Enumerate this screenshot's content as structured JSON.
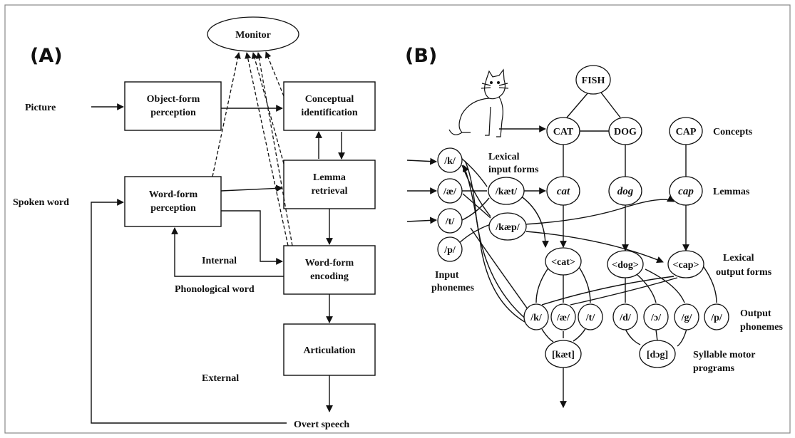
{
  "panel_a": {
    "label": "(A)",
    "monitor": "Monitor",
    "boxes": {
      "object_form": [
        "Object-form",
        "perception"
      ],
      "conceptual": [
        "Conceptual",
        "identification"
      ],
      "word_form_perception": [
        "Word-form",
        "perception"
      ],
      "lemma": [
        "Lemma",
        "retrieval"
      ],
      "word_form_encoding": [
        "Word-form",
        "encoding"
      ],
      "articulation": [
        "Articulation"
      ]
    },
    "labels": {
      "picture": "Picture",
      "spoken_word": "Spoken word",
      "internal": "Internal",
      "phonological_word": "Phonological word",
      "external": "External",
      "overt_speech": "Overt speech"
    }
  },
  "panel_b": {
    "label": "(B)",
    "concepts": {
      "fish": "FISH",
      "cat": "CAT",
      "dog": "DOG",
      "cap": "CAP"
    },
    "lemmas": {
      "cat": "cat",
      "dog": "dog",
      "cap": "cap"
    },
    "lexical_input_forms": {
      "kaet": "/kæt/",
      "kaep": "/kæp/"
    },
    "input_phonemes": {
      "k": "/k/",
      "ae": "/æ/",
      "t": "/t/",
      "p": "/p/"
    },
    "lexical_output_forms": {
      "cat": "<cat>",
      "dog": "<dog>",
      "cap": "<cap>"
    },
    "output_phonemes": {
      "k": "/k/",
      "ae": "/æ/",
      "t": "/t/",
      "d": "/d/",
      "o": "/ɔ/",
      "g": "/g/",
      "p": "/p/"
    },
    "syllables": {
      "kaet": "[kæt]",
      "dog": "[dɔg]"
    },
    "labels": {
      "concepts": "Concepts",
      "lemmas": "Lemmas",
      "lexical_input_forms": [
        "Lexical",
        "input forms"
      ],
      "input_phonemes": [
        "Input",
        "phonemes"
      ],
      "lexical_output_forms": [
        "Lexical",
        "output forms"
      ],
      "output_phonemes": [
        "Output",
        "phonemes"
      ],
      "syllable_motor_programs": [
        "Syllable motor",
        "programs"
      ]
    }
  }
}
